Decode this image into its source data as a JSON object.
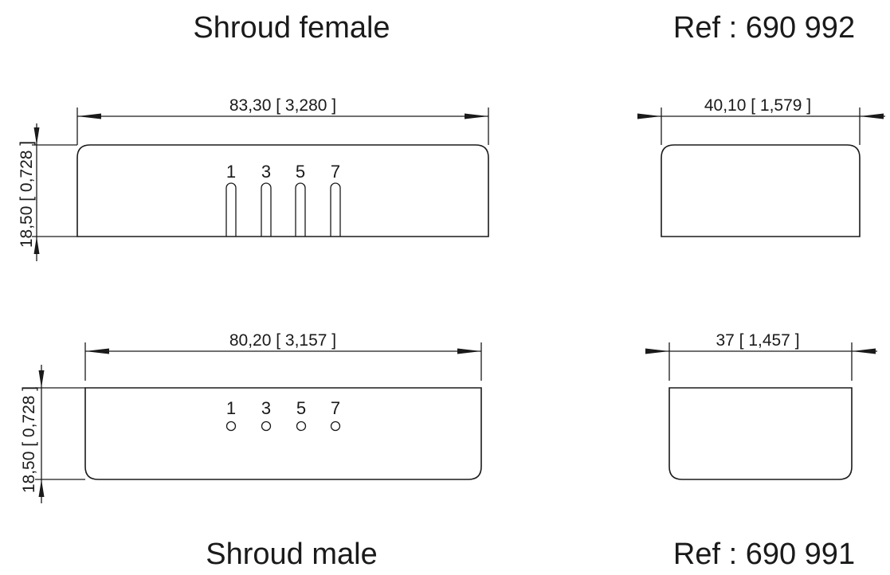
{
  "female": {
    "title": "Shroud female",
    "ref": "Ref : 690 992",
    "width_dim": "83,30 [ 3,280 ]",
    "height_dim": "18,50 [ 0,728 ]",
    "side_width_dim": "40,10 [ 1,579 ]",
    "pins": [
      "1",
      "3",
      "5",
      "7"
    ]
  },
  "male": {
    "title": "Shroud male",
    "ref": "Ref : 690 991",
    "width_dim": "80,20 [ 3,157 ]",
    "height_dim": "18,50 [ 0,728 ]",
    "side_width_dim": "37 [ 1,457 ]",
    "pins": [
      "1",
      "3",
      "5",
      "7"
    ]
  }
}
